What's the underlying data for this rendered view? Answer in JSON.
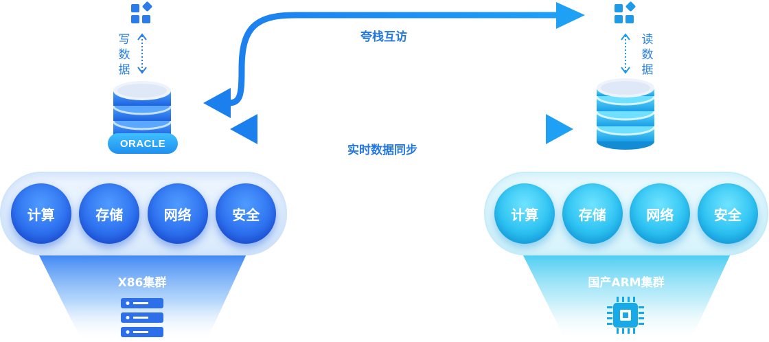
{
  "top_arrow_label": "夸栈互访",
  "sync_arrow_label": "实时数据同步",
  "left": {
    "db_badge": "ORACLE",
    "vertical_label": [
      "写",
      "数",
      "据"
    ],
    "services": [
      "计算",
      "存储",
      "网络",
      "安全"
    ],
    "cluster_name": "X86集群",
    "cluster_icon": "server-rack-icon"
  },
  "right": {
    "vertical_label": [
      "读",
      "数",
      "据"
    ],
    "services": [
      "计算",
      "存储",
      "网络",
      "安全"
    ],
    "cluster_name": "国产ARM集群",
    "cluster_icon": "cpu-chip-icon"
  },
  "colors": {
    "arrow": "#1e8ef0",
    "left_accent": "#2f73f0",
    "right_accent": "#2ec3f2"
  }
}
